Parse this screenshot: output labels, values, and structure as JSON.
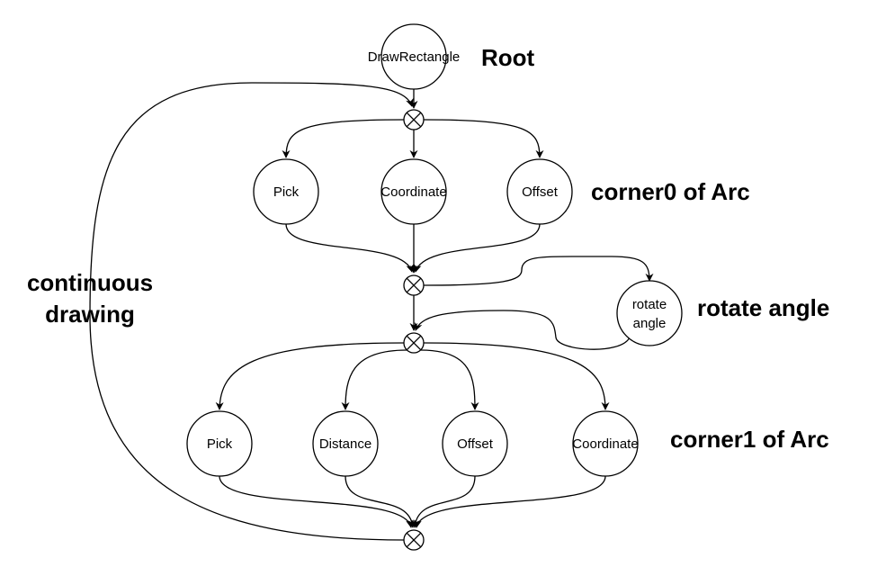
{
  "nodes": {
    "root": "DrawRectangle",
    "c0_pick": "Pick",
    "c0_coordinate": "Coordinate",
    "c0_offset": "Offset",
    "rotate_line1": "rotate",
    "rotate_line2": "angle",
    "c1_pick": "Pick",
    "c1_distance": "Distance",
    "c1_offset": "Offset",
    "c1_coordinate": "Coordinate"
  },
  "labels": {
    "root": "Root",
    "corner0": "corner0 of Arc",
    "rotate": "rotate angle",
    "corner1": "corner1 of Arc",
    "continuous_line1": "continuous",
    "continuous_line2": "drawing"
  }
}
